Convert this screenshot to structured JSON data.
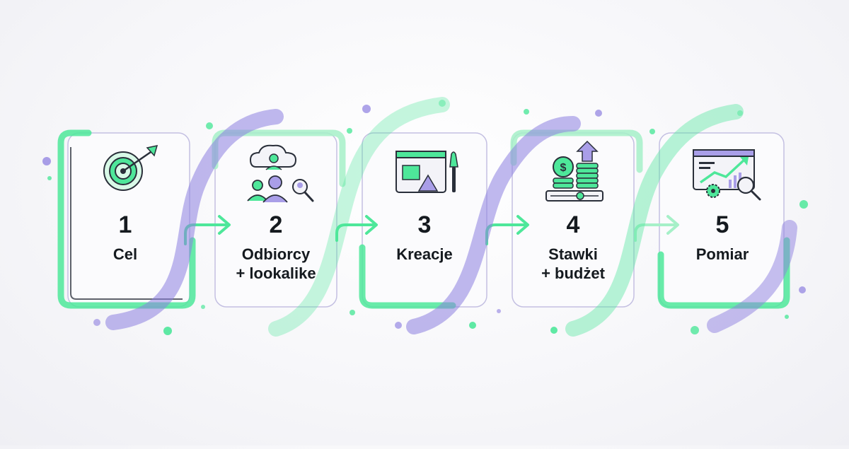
{
  "steps": [
    {
      "number": "1",
      "lines": [
        "Cel"
      ],
      "icon": "target-icon"
    },
    {
      "number": "2",
      "lines": [
        "Odbiorcy",
        "+ lookalike"
      ],
      "icon": "audience-icon"
    },
    {
      "number": "3",
      "lines": [
        "Kreacje"
      ],
      "icon": "creative-icon"
    },
    {
      "number": "4",
      "lines": [
        "Stawki",
        "+ budżet"
      ],
      "icon": "budget-icon"
    },
    {
      "number": "5",
      "lines": [
        "Pomiar"
      ],
      "icon": "analytics-icon"
    }
  ],
  "colors": {
    "green": "#4ee79a",
    "green_light": "#a6f0c8",
    "purple": "#8d7fe0",
    "purple_light": "#c8c2f0",
    "border": "#c4c0e2",
    "text": "#151a1f",
    "dark_line": "#2a2f3a"
  }
}
